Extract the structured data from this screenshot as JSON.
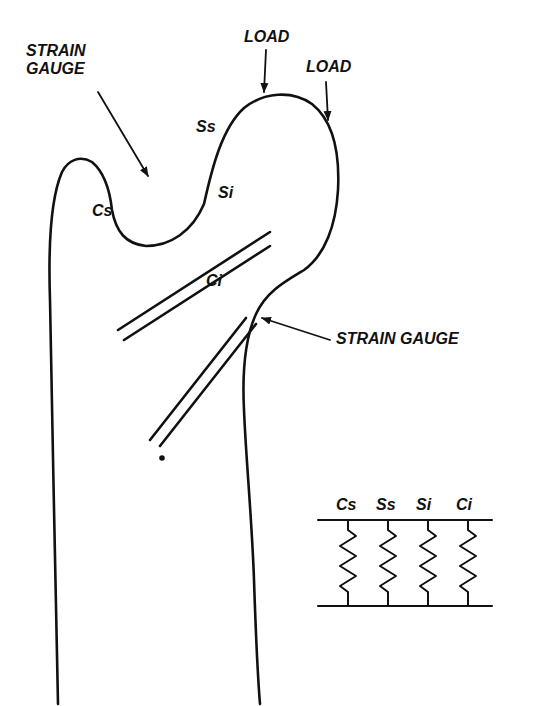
{
  "diagram": {
    "labels": [
      "LOAD",
      "LOAD",
      "STRAIN GAUGE",
      "Cs",
      "Ss",
      "Si",
      "Ci",
      "STRAIN GAUGE",
      "Cs",
      "Ss",
      "Si",
      "Ci"
    ]
  }
}
